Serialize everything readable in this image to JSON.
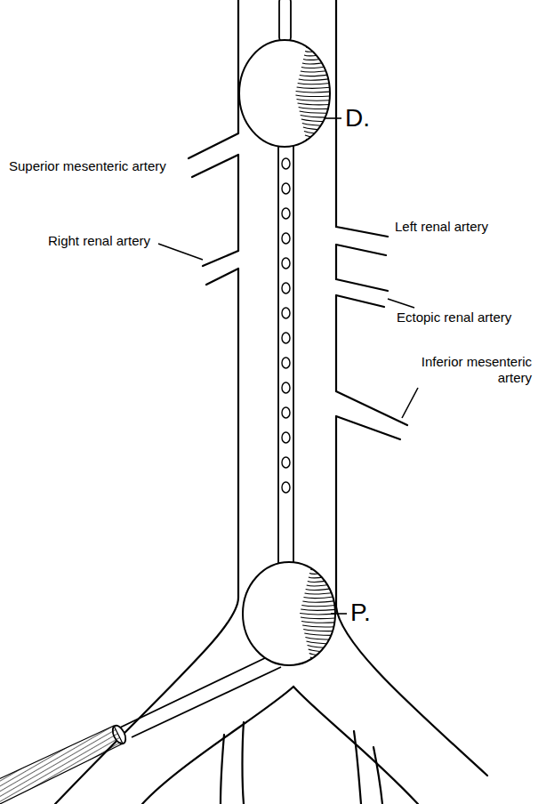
{
  "diagram": {
    "labels": [
      "D.",
      "Superior mesenteric artery",
      "Left renal artery",
      "Right renal artery",
      "Ectopic renal artery",
      "Inferior mesenteric artery",
      "P."
    ]
  }
}
